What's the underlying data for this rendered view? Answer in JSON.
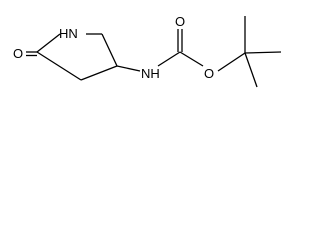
{
  "molecule": {
    "atoms": {
      "ring_nh": "HN",
      "ring_oxo": "O",
      "carbamate_nh": "NH",
      "carbonyl_o": "O",
      "ester_o": "O"
    }
  },
  "colors": {
    "bond": "#000000",
    "label": "#000000",
    "background": "#ffffff"
  }
}
